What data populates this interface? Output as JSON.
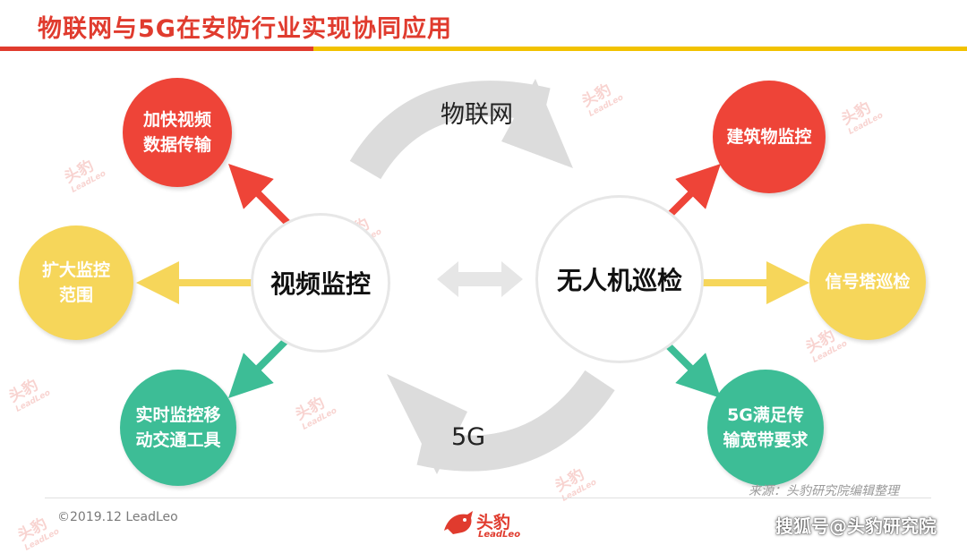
{
  "title": "物联网与5G在安防行业实现协同应用",
  "hubs": {
    "left": "视频监控",
    "right": "无人机巡检"
  },
  "flow_labels": {
    "top": "物联网",
    "bottom": "5G"
  },
  "left_nodes": [
    {
      "lines": [
        "加快视频",
        "数据传输"
      ],
      "color": "#ee4438"
    },
    {
      "lines": [
        "扩大监控",
        "范围"
      ],
      "color": "#f6d65a"
    },
    {
      "lines": [
        "实时监控移",
        "动交通工具"
      ],
      "color": "#3dbd96"
    }
  ],
  "right_nodes": [
    {
      "lines": [
        "建筑物监控"
      ],
      "color": "#ee4438"
    },
    {
      "lines": [
        "信号塔巡检"
      ],
      "color": "#f6d65a"
    },
    {
      "lines": [
        "5G满足传",
        "输宽带要求"
      ],
      "color": "#3dbd96"
    }
  ],
  "footer": {
    "source": "来源：头豹研究院编辑整理",
    "copyright": "©2019.12 LeadLeo",
    "logo_cn": "头豹",
    "logo_en": "LeadLeo",
    "watermark": "搜狐号@头豹研究院"
  },
  "watermark_marks": {
    "cn": "头豹",
    "en": "LeadLeo"
  },
  "colors": {
    "red": "#ee4438",
    "yellow": "#f6d65a",
    "green": "#3dbd96",
    "title_red": "#e03b2e",
    "title_yellow": "#f2c200",
    "flow_gray": "#dcdcdc"
  }
}
